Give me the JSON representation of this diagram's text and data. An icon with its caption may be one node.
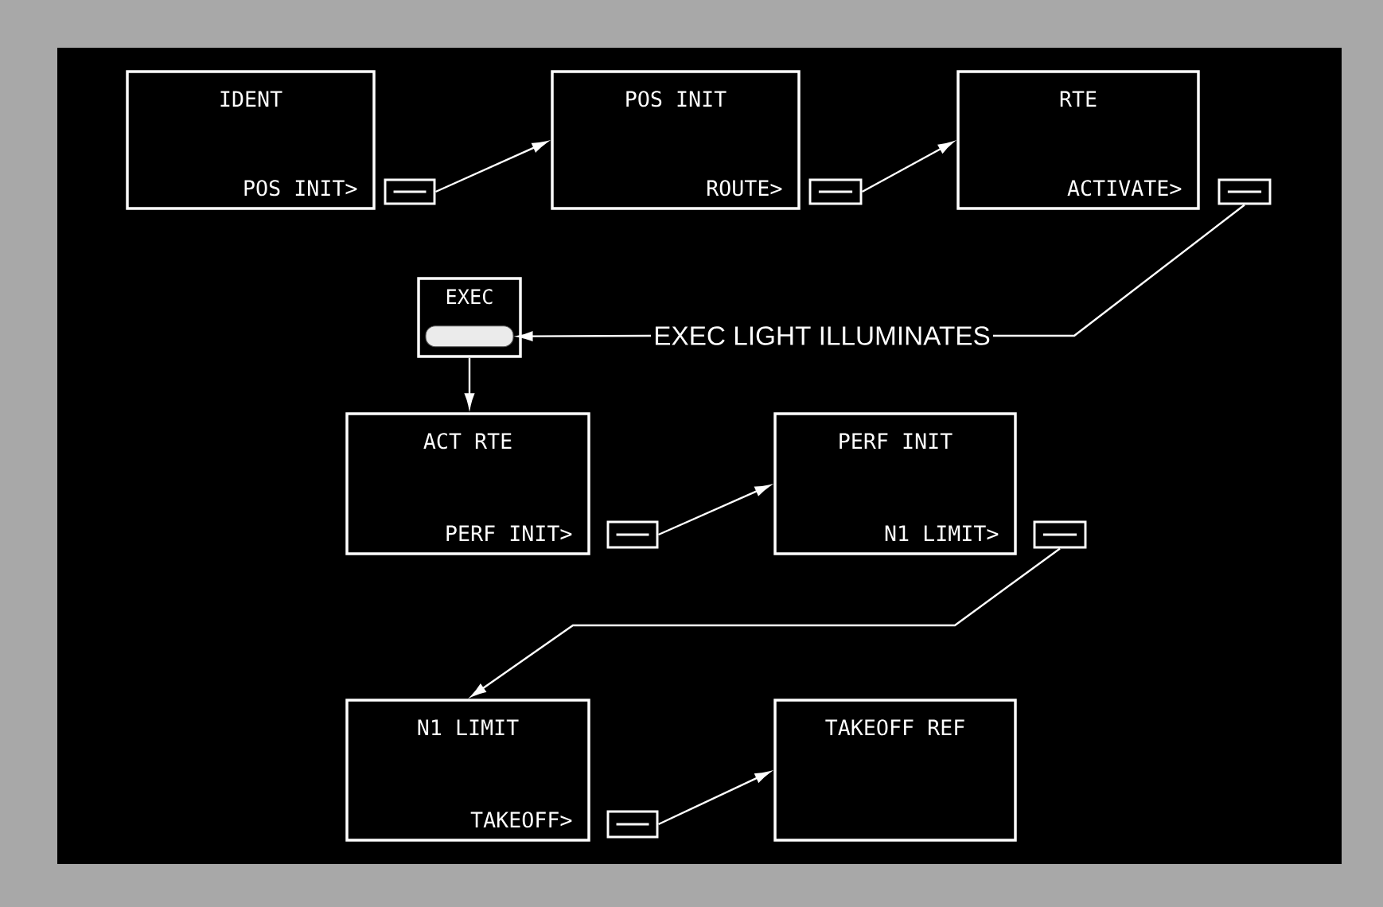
{
  "diagram": {
    "nodes": [
      {
        "text": [
          "IDENT",
          "POS INIT>"
        ]
      },
      {
        "text": [],
        "shape": "box"
      },
      {
        "text": [
          "POS INIT",
          "ROUTE>"
        ]
      },
      {
        "text": [],
        "shape": "box"
      },
      {
        "text": [
          "RTE",
          "ACTIVATE>"
        ]
      },
      {
        "text": [],
        "shape": "box"
      },
      {
        "text": [
          "EXEC"
        ]
      },
      {
        "text": [],
        "shape": "bar",
        "in": 6
      },
      {
        "text": [
          "EXEC LIGHT ILLUMINATES"
        ]
      },
      {
        "text": [
          "ACT RTE",
          "PERF INIT>"
        ]
      },
      {
        "text": [],
        "shape": "box"
      },
      {
        "text": [
          "PERF INIT",
          "N1 LIMIT>"
        ]
      },
      {
        "text": [],
        "shape": "box"
      },
      {
        "text": [
          "N1 LIMIT",
          "TAKEOFF>"
        ]
      },
      {
        "text": [],
        "shape": "box"
      },
      {
        "text": [
          "TAKEOFF REF"
        ]
      }
    ],
    "edges": [
      {
        "from": 1,
        "to": 2,
        "arrow": "to"
      },
      {
        "from": 3,
        "to": 4,
        "arrow": "to"
      },
      {
        "from": 5,
        "to": 8,
        "arrow": "none"
      },
      {
        "from": 8,
        "to": 7,
        "arrow": "to"
      },
      {
        "from": 6,
        "to": 9,
        "arrow": "to"
      },
      {
        "from": 10,
        "to": 11,
        "arrow": "to"
      },
      {
        "from": 12,
        "to": 13,
        "arrow": "to"
      },
      {
        "from": 14,
        "to": 15,
        "arrow": "to"
      }
    ]
  }
}
